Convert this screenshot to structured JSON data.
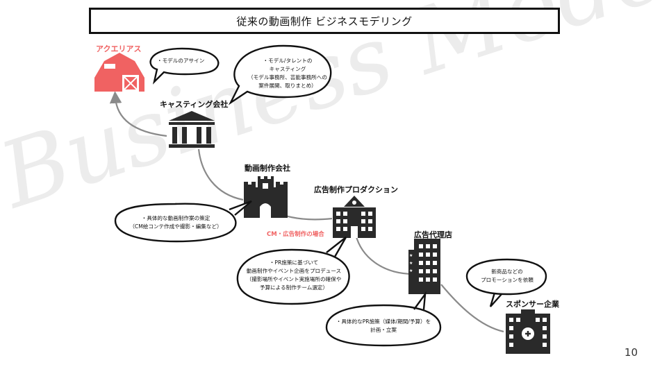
{
  "title": "従来の動画制作 ビジネスモデリング",
  "watermark": "Business Model",
  "colors": {
    "accent_red": "#f06262",
    "dark": "#2a2a2a",
    "arrow": "#8a8a8a",
    "watermark": "#ececec"
  },
  "entities": {
    "aquelius": "アクエリアス",
    "casting": "キャスティング会社",
    "video": "動画制作会社",
    "adprod": "広告制作プロダクション",
    "agency": "広告代理店",
    "sponsor": "スポンサー企業"
  },
  "icons": {
    "aquelius": "barn-icon",
    "casting": "institution-icon",
    "video": "castle-icon",
    "adprod": "office-building-icon",
    "agency": "tower-building-icon",
    "sponsor": "hospital-icon"
  },
  "note_cm": "CM・広告制作の場合",
  "bubbles": {
    "model_assign": [
      "・モデルのアサイン"
    ],
    "casting_desc": [
      "・モデル/タレントの",
      "キャスティング",
      "（モデル事務所、芸能事務所への",
      "案件展開、取りまとめ）"
    ],
    "video_desc": [
      "・具体的な動画制作案の策定",
      "（CM絵コンテ作成や撮影・編集など）"
    ],
    "adprod_desc": [
      "・PR施策に基づいて",
      "動画制作やイベント企画をプロデュース",
      "（撮影場所やイベント実施場所の確保や",
      "予算による制作チーム選定）"
    ],
    "agency_desc": [
      "・具体的なPR施策（媒体/期間/予算）を",
      "計画・立案"
    ],
    "sponsor_desc": [
      "新商品などの",
      "プロモーションを依頼"
    ]
  },
  "page_number": "10"
}
